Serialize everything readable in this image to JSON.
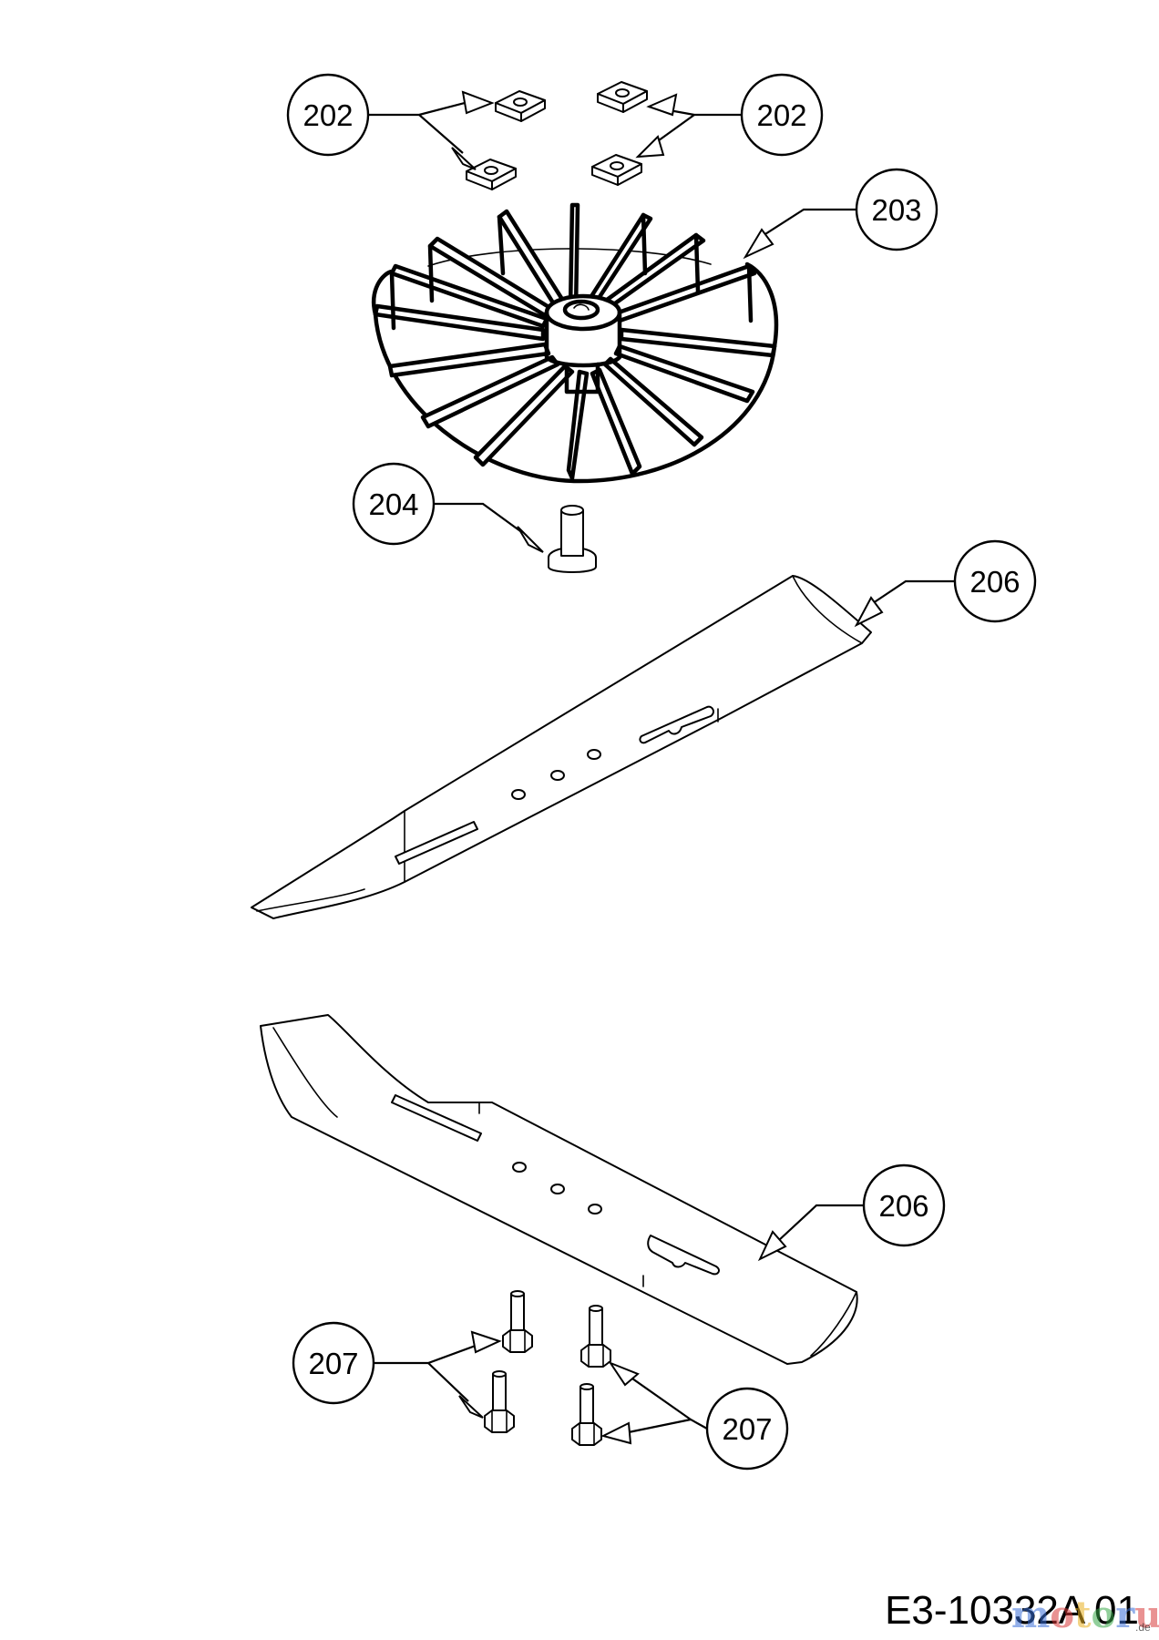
{
  "diagram": {
    "callouts": [
      {
        "id": "202a",
        "label": "202"
      },
      {
        "id": "202b",
        "label": "202"
      },
      {
        "id": "203",
        "label": "203"
      },
      {
        "id": "204",
        "label": "204"
      },
      {
        "id": "206a",
        "label": "206"
      },
      {
        "id": "206b",
        "label": "206"
      },
      {
        "id": "207a",
        "label": "207"
      },
      {
        "id": "207b",
        "label": "207"
      }
    ],
    "drawing_number": "E3-10332A 01",
    "watermark": {
      "text": "motoruf",
      "suffix": ".de",
      "colors": [
        "#3a6fd8",
        "#d83a3a",
        "#e8b020",
        "#3aa84a"
      ]
    },
    "parts": [
      {
        "name": "nut",
        "icon": "square-nut"
      },
      {
        "name": "fan",
        "icon": "cooling-fan"
      },
      {
        "name": "bolt",
        "icon": "shoulder-bolt"
      },
      {
        "name": "blade",
        "icon": "mower-blade"
      },
      {
        "name": "screw",
        "icon": "hex-screw"
      }
    ]
  }
}
